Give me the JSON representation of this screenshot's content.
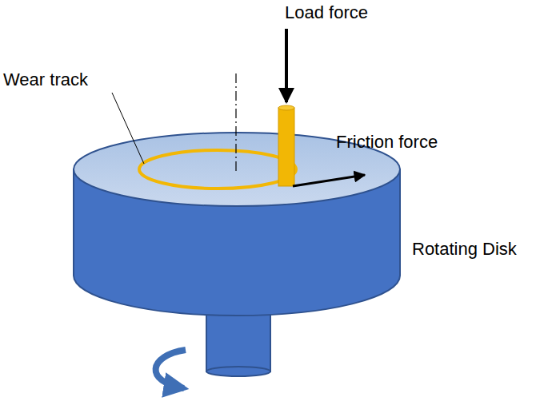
{
  "diagram": {
    "labels": [
      "Load force",
      "Wear track",
      "Friction force",
      "Rotating Disk"
    ]
  }
}
